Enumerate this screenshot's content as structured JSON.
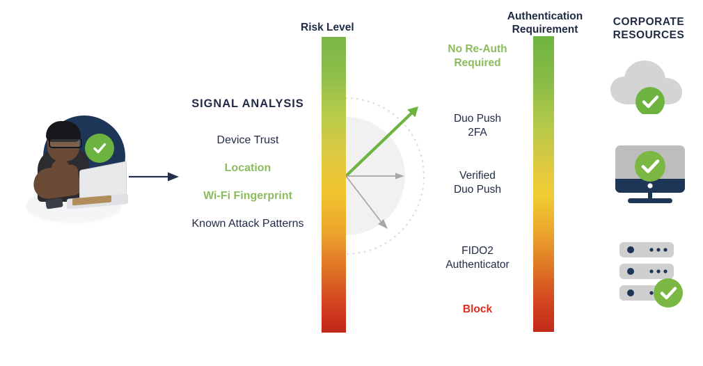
{
  "diagram": {
    "person": {
      "badge_icon": "green-check-badge",
      "alt_name": "user-at-laptop-illustration"
    },
    "flow_arrow_icon": "right-arrow-icon",
    "signal_analysis": {
      "title": "SIGNAL ANALYSIS",
      "items": [
        {
          "label": "Device Trust",
          "highlighted": false
        },
        {
          "label": "Location",
          "highlighted": true
        },
        {
          "label": "Wi-Fi Fingerprint",
          "highlighted": true
        },
        {
          "label": "Known Attack Patterns",
          "highlighted": false
        }
      ]
    },
    "risk_level": {
      "title": "Risk Level",
      "gradient_top": "#7ab845",
      "gradient_mid": "#f0c52f",
      "gradient_bottom": "#c0261a"
    },
    "gauge": {
      "needles": [
        {
          "name": "selected-needle",
          "color": "#6cb33f",
          "angle_deg": -44
        },
        {
          "name": "secondary-needle",
          "color": "#a6a6a6",
          "angle_deg": 0
        },
        {
          "name": "tertiary-needle",
          "color": "#a6a6a6",
          "angle_deg": 53
        }
      ]
    },
    "authentication_requirement": {
      "title": "Authentication\nRequirement",
      "title_line1": "Authentication",
      "title_line2": "Requirement",
      "levels": [
        {
          "label_line1": "No Re-Auth",
          "label_line2": "Required",
          "style": "green"
        },
        {
          "label_line1": "Duo Push",
          "label_line2": "2FA",
          "style": "normal"
        },
        {
          "label_line1": "Verified",
          "label_line2": "Duo Push",
          "style": "normal"
        },
        {
          "label_line1": "FIDO2",
          "label_line2": "Authenticator",
          "style": "normal"
        },
        {
          "label_line1": "Block",
          "label_line2": "",
          "style": "red"
        }
      ],
      "gradient_top": "#6eb43f",
      "gradient_mid": "#f0cc33",
      "gradient_bottom": "#c22a1a"
    },
    "corporate_resources": {
      "title_line1": "CORPORATE",
      "title_line2": "RESOURCES",
      "items": [
        {
          "name": "cloud-resource",
          "icon": "cloud-icon",
          "status_icon": "green-check-badge"
        },
        {
          "name": "device-resource",
          "icon": "desktop-monitor-icon",
          "status_icon": "green-check-badge"
        },
        {
          "name": "server-resource",
          "icon": "server-stack-icon",
          "status_icon": "green-check-badge"
        }
      ]
    },
    "colors": {
      "navy": "#1f2a44",
      "green_accent": "#6cb33f",
      "green_text": "#8cbb5e",
      "red_text": "#e02b20",
      "gray_icon": "#cccccc"
    }
  }
}
